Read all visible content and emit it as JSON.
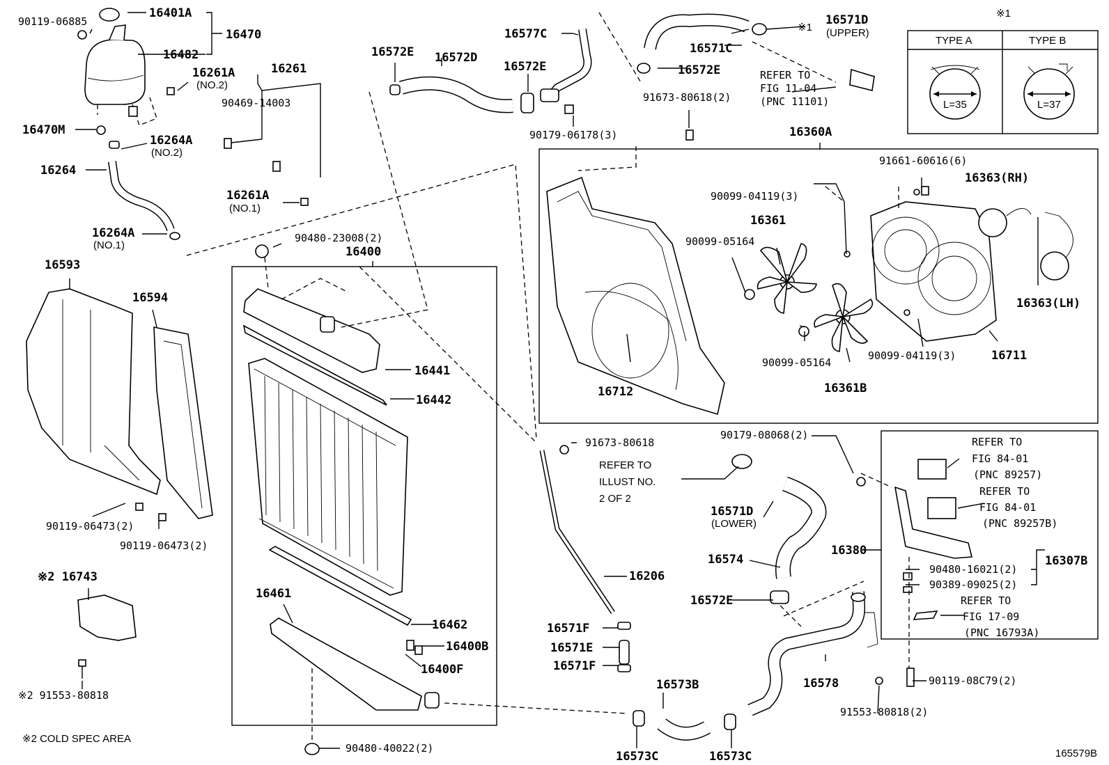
{
  "parts": [
    {
      "id": "p-90119-06885",
      "text": "90119-06885"
    },
    {
      "id": "p-16401A",
      "text": "16401A"
    },
    {
      "id": "p-16470",
      "text": "16470"
    },
    {
      "id": "p-16482",
      "text": "16482"
    },
    {
      "id": "p-16261A-top",
      "text": "16261A"
    },
    {
      "id": "p-16261A-no2",
      "text": "(NO.2)"
    },
    {
      "id": "p-16261",
      "text": "16261"
    },
    {
      "id": "p-90469-14003",
      "text": "90469-14003"
    },
    {
      "id": "p-16470M",
      "text": "16470M"
    },
    {
      "id": "p-16264A",
      "text": "16264A"
    },
    {
      "id": "p-16264A-no2",
      "text": "(NO.2)"
    },
    {
      "id": "p-16264",
      "text": "16264"
    },
    {
      "id": "p-16261A-bot",
      "text": "16261A"
    },
    {
      "id": "p-16261A-no1",
      "text": "(NO.1)"
    },
    {
      "id": "p-16264A-bot",
      "text": "16264A"
    },
    {
      "id": "p-16264A-no1",
      "text": "(NO.1)"
    },
    {
      "id": "p-16572E-a",
      "text": "16572E"
    },
    {
      "id": "p-16572D",
      "text": "16572D"
    },
    {
      "id": "p-16572E-b",
      "text": "16572E"
    },
    {
      "id": "p-16577C",
      "text": "16577C"
    },
    {
      "id": "p-90179-06178",
      "text": "90179-06178(3)"
    },
    {
      "id": "p-16571C",
      "text": "16571C"
    },
    {
      "id": "p-16572E-c",
      "text": "16572E"
    },
    {
      "id": "p-16571D-upper",
      "text": "16571D"
    },
    {
      "id": "p-upper",
      "text": "(UPPER)"
    },
    {
      "id": "p-refer-1104-a",
      "text": "REFER TO"
    },
    {
      "id": "p-refer-1104-b",
      "text": "FIG 11-04"
    },
    {
      "id": "p-refer-1104-c",
      "text": "(PNC 11101)"
    },
    {
      "id": "p-91673-80618-2",
      "text": "91673-80618(2)"
    },
    {
      "id": "p-note1-mark",
      "text": "※1"
    },
    {
      "id": "p-note1-mark2",
      "text": "※1"
    },
    {
      "id": "p-typeA",
      "text": "TYPE A"
    },
    {
      "id": "p-typeB",
      "text": "TYPE B"
    },
    {
      "id": "p-L35",
      "text": "L=35"
    },
    {
      "id": "p-L37",
      "text": "L=37"
    },
    {
      "id": "p-16360A",
      "text": "16360A"
    },
    {
      "id": "p-91661-60616",
      "text": "91661-60616(6)"
    },
    {
      "id": "p-16363RH",
      "text": "16363(RH)"
    },
    {
      "id": "p-90099-04119-a",
      "text": "90099-04119(3)"
    },
    {
      "id": "p-16361",
      "text": "16361"
    },
    {
      "id": "p-90099-05164-a",
      "text": "90099-05164"
    },
    {
      "id": "p-16363LH",
      "text": "16363(LH)"
    },
    {
      "id": "p-90099-05164-b",
      "text": "90099-05164"
    },
    {
      "id": "p-90099-04119-b",
      "text": "90099-04119(3)"
    },
    {
      "id": "p-16711",
      "text": "16711"
    },
    {
      "id": "p-16712",
      "text": "16712"
    },
    {
      "id": "p-16361B",
      "text": "16361B"
    },
    {
      "id": "p-90480-23008",
      "text": "90480-23008(2)"
    },
    {
      "id": "p-16400",
      "text": "16400"
    },
    {
      "id": "p-16593",
      "text": "16593"
    },
    {
      "id": "p-16594",
      "text": "16594"
    },
    {
      "id": "p-16441",
      "text": "16441"
    },
    {
      "id": "p-16442",
      "text": "16442"
    },
    {
      "id": "p-91673-80618",
      "text": "91673-80618"
    },
    {
      "id": "p-90179-08068",
      "text": "90179-08068(2)"
    },
    {
      "id": "p-refer-illust-a",
      "text": "REFER TO"
    },
    {
      "id": "p-refer-illust-b",
      "text": "ILLUST NO."
    },
    {
      "id": "p-refer-illust-c",
      "text": "2 OF 2"
    },
    {
      "id": "p-16571D-lower",
      "text": "16571D"
    },
    {
      "id": "p-lower",
      "text": "(LOWER)"
    },
    {
      "id": "p-refer-8401-a1",
      "text": "REFER TO"
    },
    {
      "id": "p-refer-8401-a2",
      "text": "FIG 84-01"
    },
    {
      "id": "p-refer-8401-a3",
      "text": "(PNC 89257)"
    },
    {
      "id": "p-refer-8401-b1",
      "text": "REFER TO"
    },
    {
      "id": "p-refer-8401-b2",
      "text": "FIG 84-01"
    },
    {
      "id": "p-refer-8401-b3",
      "text": "(PNC 89257B)"
    },
    {
      "id": "p-16380",
      "text": "16380"
    },
    {
      "id": "p-90119-06473-a",
      "text": "90119-06473(2)"
    },
    {
      "id": "p-90119-06473-b",
      "text": "90119-06473(2)"
    },
    {
      "id": "p-16574",
      "text": "16574"
    },
    {
      "id": "p-90480-16021",
      "text": "90480-16021(2)"
    },
    {
      "id": "p-16307B",
      "text": "16307B"
    },
    {
      "id": "p-90389-09025",
      "text": "90389-09025(2)"
    },
    {
      "id": "p-note2-16743",
      "text": "※2 16743"
    },
    {
      "id": "p-16461",
      "text": "16461"
    },
    {
      "id": "p-16206",
      "text": "16206"
    },
    {
      "id": "p-16572E-d",
      "text": "16572E"
    },
    {
      "id": "p-refer-1709-a",
      "text": "REFER TO"
    },
    {
      "id": "p-refer-1709-b",
      "text": "FIG 17-09"
    },
    {
      "id": "p-refer-1709-c",
      "text": "(PNC 16793A)"
    },
    {
      "id": "p-16462",
      "text": "16462"
    },
    {
      "id": "p-16571F-a",
      "text": "16571F"
    },
    {
      "id": "p-16400B",
      "text": "16400B"
    },
    {
      "id": "p-16571E",
      "text": "16571E"
    },
    {
      "id": "p-16400F",
      "text": "16400F"
    },
    {
      "id": "p-16571F-b",
      "text": "16571F"
    },
    {
      "id": "p-16573B",
      "text": "16573B"
    },
    {
      "id": "p-16578",
      "text": "16578"
    },
    {
      "id": "p-90119-08C79",
      "text": "90119-08C79(2)"
    },
    {
      "id": "p-note2-91553",
      "text": "※2 91553-80818"
    },
    {
      "id": "p-91553-80818",
      "text": "91553-80818(2)"
    },
    {
      "id": "p-note2-cold",
      "text": "※2  COLD SPEC AREA"
    },
    {
      "id": "p-90480-40022",
      "text": "90480-40022(2)"
    },
    {
      "id": "p-16573C-a",
      "text": "16573C"
    },
    {
      "id": "p-16573C-b",
      "text": "16573C"
    },
    {
      "id": "p-figno",
      "text": "165579B"
    }
  ]
}
